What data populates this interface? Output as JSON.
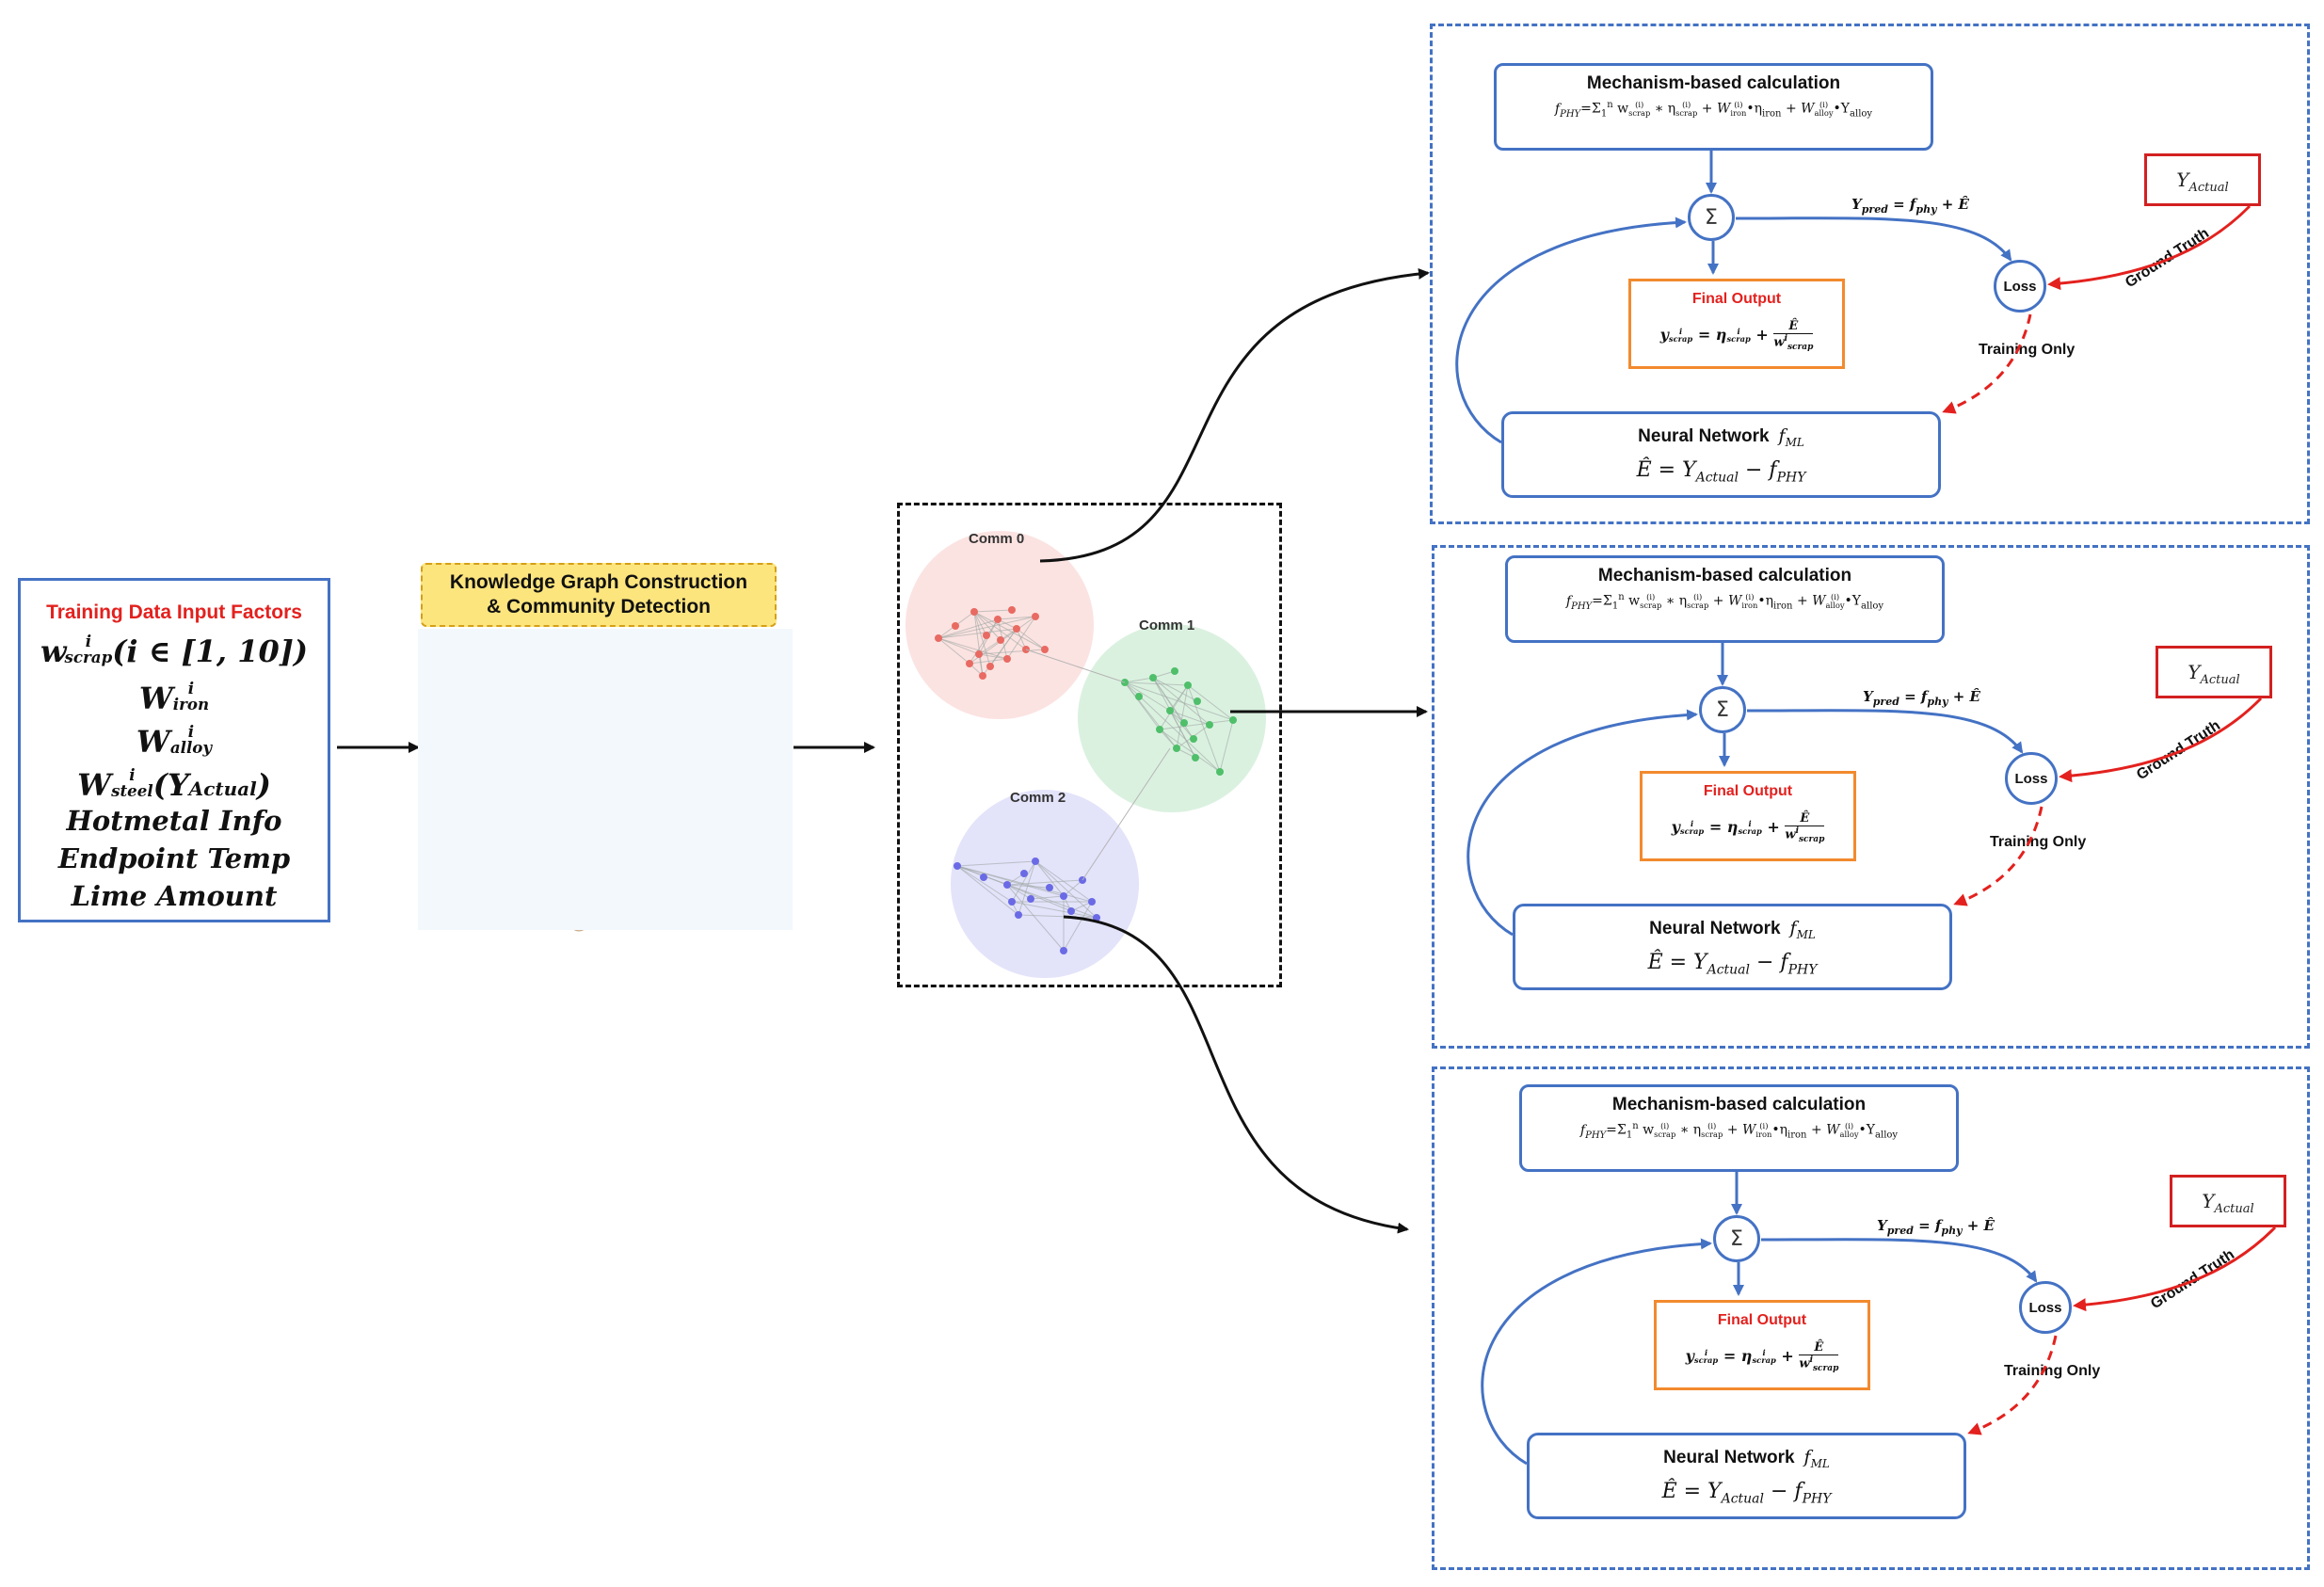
{
  "input": {
    "title": "Training Data Input Factors",
    "lines": [
      "wⁱscrap(i ∈ [1, 10])",
      "Wⁱiron",
      "Wⁱalloy",
      "Wⁱsteel(YActual)",
      "Hotmetal Info",
      "Endpoint Temp",
      "Lime Amount"
    ]
  },
  "knowledge_graph": {
    "title": "Knowledge Graph Construction\n& Community Detection"
  },
  "communities": [
    {
      "label": "Comm 0",
      "color": "#f4a7a3"
    },
    {
      "label": "Comm 1",
      "color": "#8fd29f"
    },
    {
      "label": "Comm 2",
      "color": "#a8a8f0"
    }
  ],
  "panels": [
    {
      "mech_title": "Mechanism-based calculation",
      "mech_formula": "fPHY=Σ₁ⁿ w(i)scrap ∗ η(i)scrap + W(i)iron•ηiron + W(i)alloy•Yalloy",
      "sum_symbol": "Σ",
      "ypred": "Ypred = fphy + Ê",
      "loss": "Loss",
      "y_actual": "YActual",
      "ground_truth": "Ground Truth",
      "training_only": "Training Only",
      "final_title": "Final Output",
      "final_formula": "yⁱscrap = ηⁱscrap + Ê / wⁱscrap",
      "nn_title": "Neural Network",
      "nn_fml": "fML",
      "nn_formula": "Ê = YActual − fPHY"
    },
    {
      "mech_title": "Mechanism-based calculation",
      "mech_formula": "fPHY=Σ₁ⁿ w(i)scrap ∗ η(i)scrap + W(i)iron•ηiron + W(i)alloy•Yalloy",
      "sum_symbol": "Σ",
      "ypred": "Ypred = fphy + Ê",
      "loss": "Loss",
      "y_actual": "YActual",
      "ground_truth": "Ground Truth",
      "training_only": "Training Only",
      "final_title": "Final Output",
      "final_formula": "yⁱscrap = ηⁱscrap + Ê / wⁱscrap",
      "nn_title": "Neural Network",
      "nn_fml": "fML",
      "nn_formula": "Ê = YActual − fPHY"
    },
    {
      "mech_title": "Mechanism-based calculation",
      "mech_formula": "fPHY=Σ₁ⁿ w(i)scrap ∗ η(i)scrap + W(i)iron•ηiron + W(i)alloy•Yalloy",
      "sum_symbol": "Σ",
      "ypred": "Ypred = fphy + Ê",
      "loss": "Loss",
      "y_actual": "YActual",
      "ground_truth": "Ground Truth",
      "training_only": "Training Only",
      "final_title": "Final Output",
      "final_formula": "yⁱscrap = ηⁱscrap + Ê / wⁱscrap",
      "nn_title": "Neural Network",
      "nn_fml": "fML",
      "nn_formula": "Ê = YActual − fPHY"
    }
  ],
  "colors": {
    "panel_border": "#4472c4",
    "loss_arrow": "#e3211e",
    "final_border": "#f28a2e",
    "kg_edges": "#3f9e7f",
    "kg_nodes": "#e3c7a5"
  }
}
